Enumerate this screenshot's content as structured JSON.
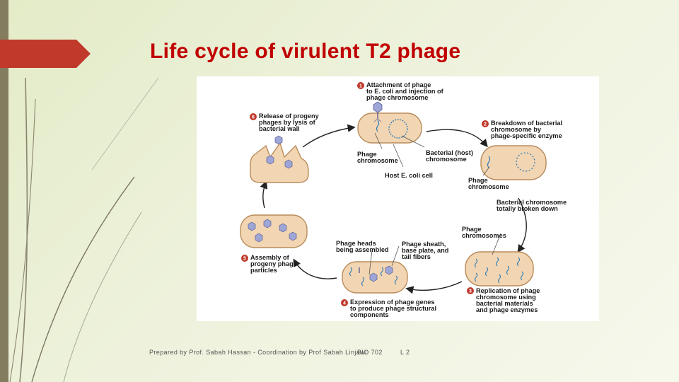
{
  "slide": {
    "title": "Life cycle of virulent T2 phage",
    "footer_credit": "Prepared by Prof. Sabah Hassan - Coordination by Prof Sabah Linjawi",
    "footer_course": "BIO 702",
    "footer_page": "L 2"
  },
  "colors": {
    "title": "#c00000",
    "arrow_red": "#c0392b",
    "left_bar": "#847c5f",
    "cell_fill": "#f2d5b2",
    "cell_outline": "#b98c5c",
    "step_badge": "#c0392b"
  },
  "figure": {
    "steps": [
      {
        "num": "1",
        "lines": [
          "Attachment of phage",
          "to E. coli and injection of",
          "phage chromosome"
        ]
      },
      {
        "num": "2",
        "lines": [
          "Breakdown of bacterial",
          "chromosome by",
          "phage-specific enzyme"
        ]
      },
      {
        "num": "3",
        "lines": [
          "Replication of phage",
          "chromosome using",
          "bacterial materials",
          "and phage enzymes"
        ]
      },
      {
        "num": "4",
        "lines": [
          "Expression of phage genes",
          "to produce phage structural",
          "components"
        ]
      },
      {
        "num": "5",
        "lines": [
          "Assembly of",
          "progeny phage",
          "particles"
        ]
      },
      {
        "num": "6",
        "lines": [
          "Release of progeny",
          "phages by lysis of",
          "bacterial wall"
        ]
      }
    ],
    "labels": {
      "phage_chromosome_1": [
        "Phage",
        "chromosome"
      ],
      "bacterial_host_chromosome": [
        "Bacterial (host)",
        "chromosome"
      ],
      "host_cell": "Host E. coli cell",
      "phage_chromosome_2": [
        "Phage",
        "chromosome"
      ],
      "bacterial_chromosome_broken": [
        "Bacterial chromosome",
        "totally broken down"
      ],
      "phage_chromosomes": [
        "Phage",
        "chromosomes"
      ],
      "phage_heads": [
        "Phage heads",
        "being assembled"
      ],
      "phage_sheath": [
        "Phage sheath,",
        "base plate, and",
        "tail fibers"
      ]
    }
  }
}
